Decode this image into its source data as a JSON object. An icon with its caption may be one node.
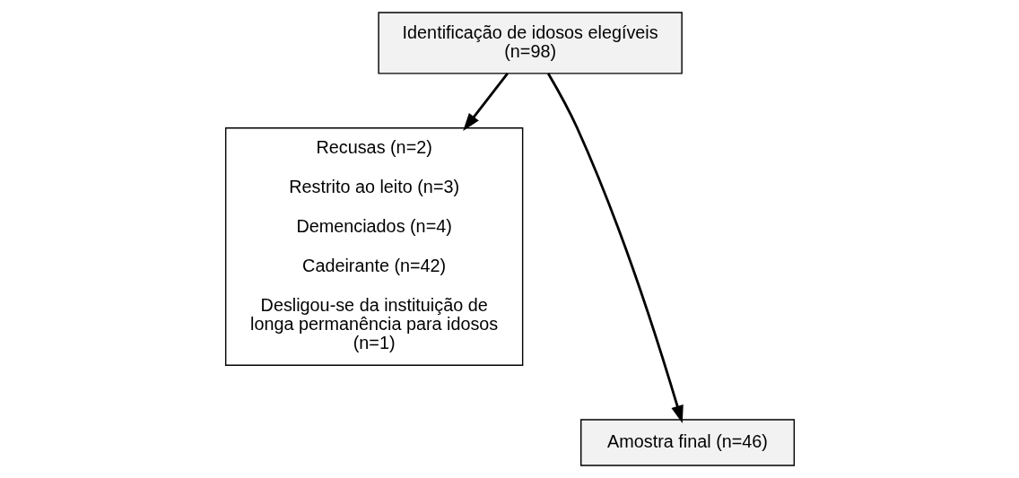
{
  "diagram": {
    "nodes": [
      {
        "text": [
          "Identificação de idosos elegíveis (n=98)"
        ]
      },
      {
        "text": [
          "Recusas (n=2)",
          "Restrito ao leito (n=3)",
          "Demenciados (n=4)",
          "Cadeirante (n=42)",
          "Desligou-se da instituição de longa permanência para idosos (n=1)"
        ]
      },
      {
        "text": [
          "Amostra final (n=46)"
        ]
      }
    ],
    "edges": [
      {
        "from": 0,
        "to": 2,
        "arrow": "to"
      },
      {
        "from": 0,
        "to": 1,
        "arrow": "to"
      }
    ]
  }
}
